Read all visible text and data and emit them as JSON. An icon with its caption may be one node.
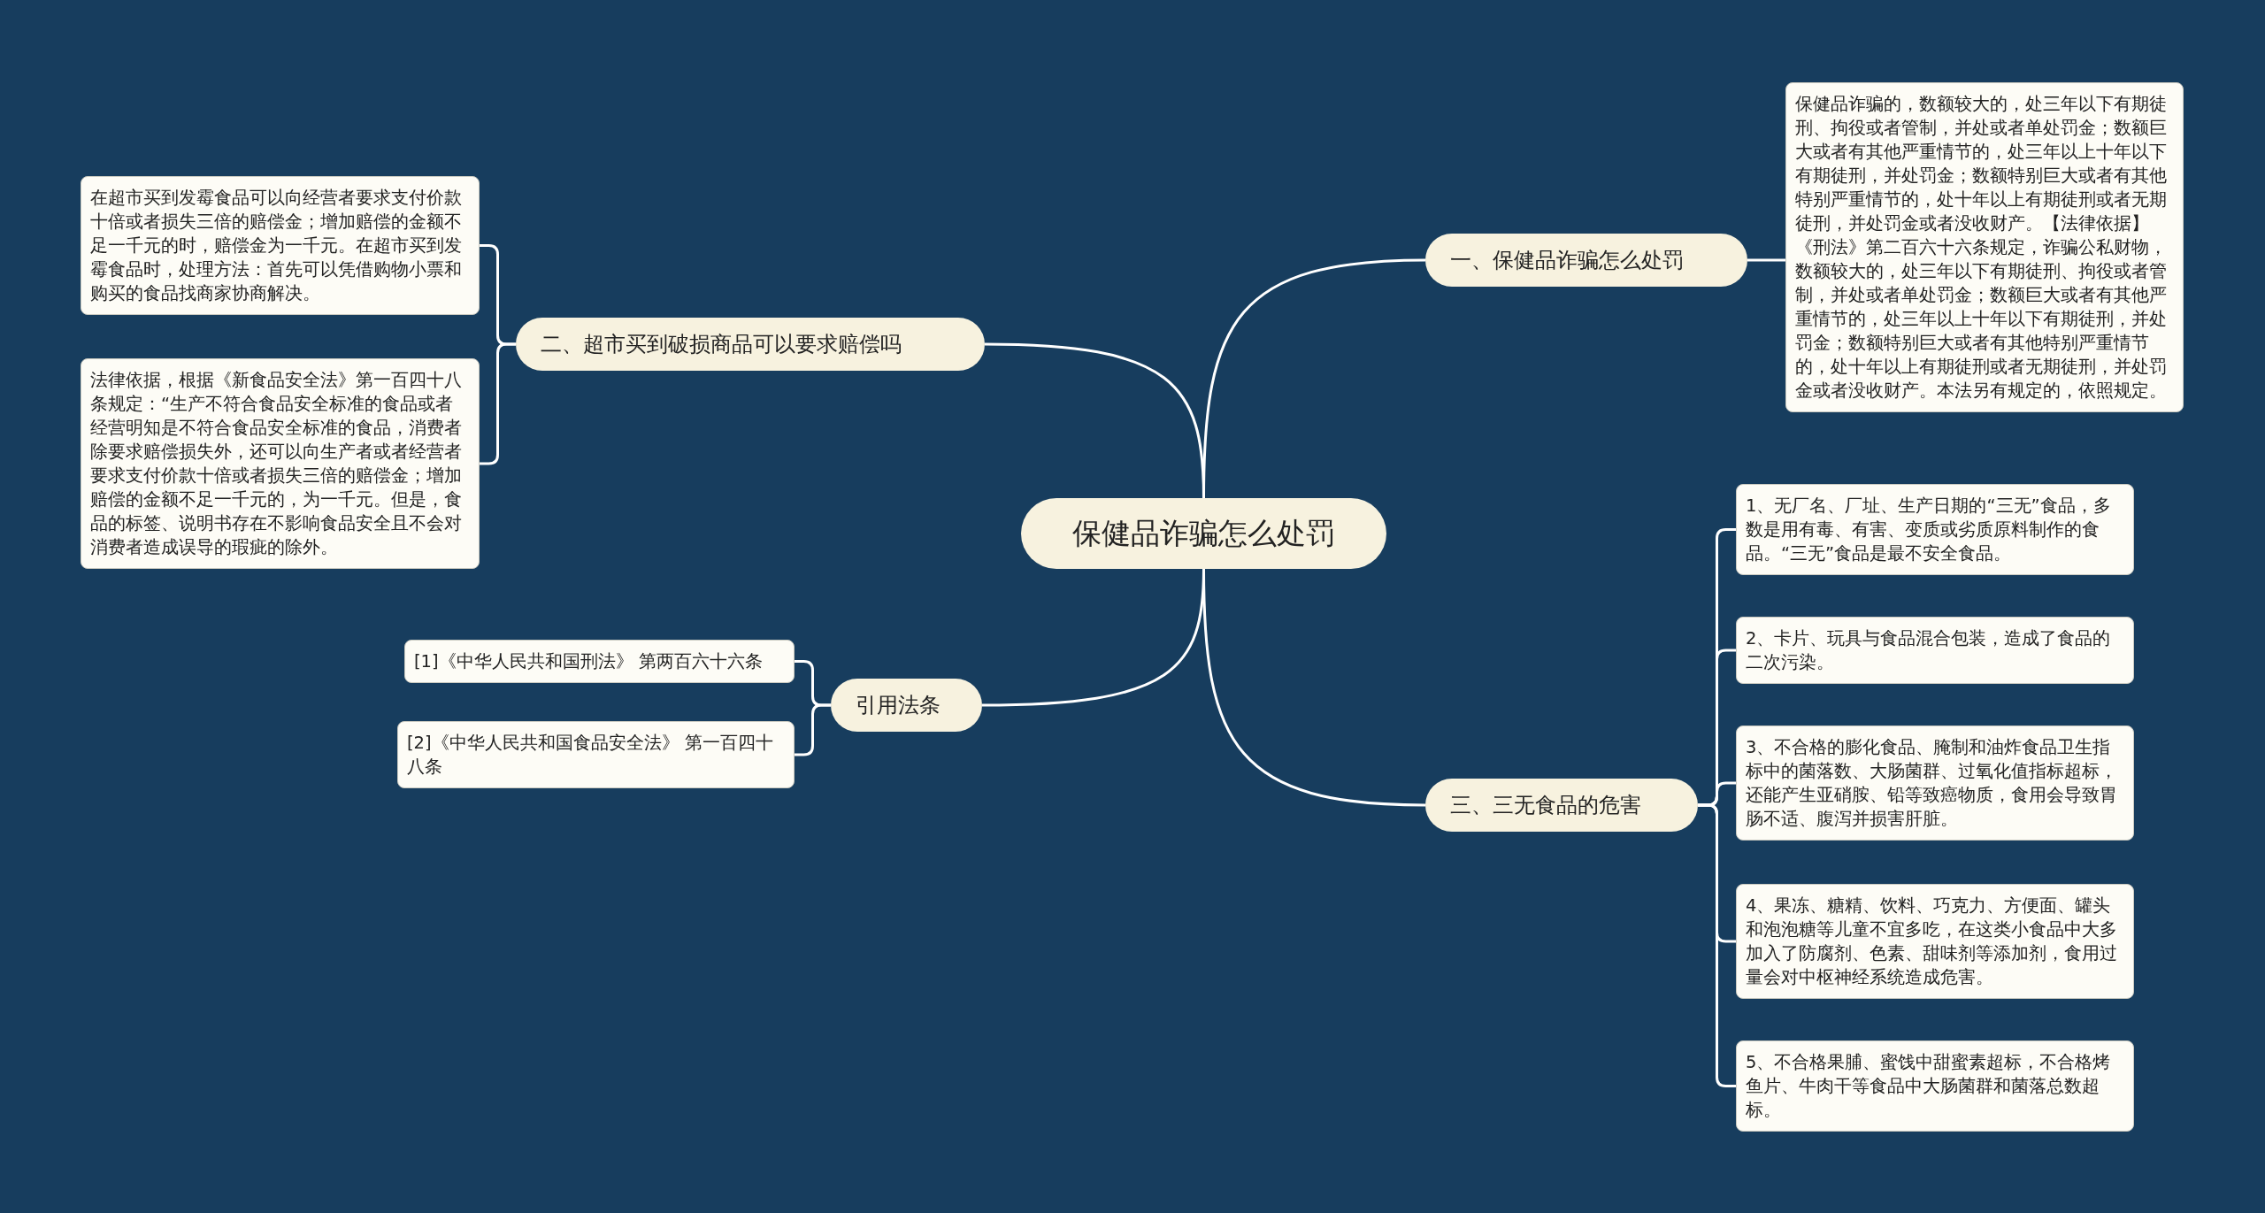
{
  "diagram": {
    "nodes": [
      {
        "text": [
          "保健品诈骗怎么处罚"
        ]
      },
      {
        "text": [
          "一、保健品诈骗怎么处罚"
        ]
      },
      {
        "text": [
          "保健品诈骗的，数额较大的，处三年以下有期徒刑、拘役或者管制，并处或者单处罚金；数额巨大或者有其他严重情节的，处三年以上十年以下有期徒刑，并处罚金；数额特别巨大或者有其他特别严重情节的，处十年以上有期徒刑或者无期徒刑，并处罚金或者没收财产。【法律依据】《刑法》第二百六十六条规定，诈骗公私财物，数额较大的，处三年以下有期徒刑、拘役或者管制，并处或者单处罚金；数额巨大或者有其他严重情节的，处三年以上十年以下有期徒刑，并处罚金；数额特别巨大或者有其他特别严重情节的，处十年以上有期徒刑或者无期徒刑，并处罚金或者没收财产。本法另有规定的，依照规定。"
        ]
      },
      {
        "text": [
          "三、三无食品的危害"
        ]
      },
      {
        "text": [
          "1、无厂名、厂址、生产日期的“三无”食品，多数是用有毒、有害、变质或劣质原料制作的食品。“三无”食品是最不安全食品。"
        ]
      },
      {
        "text": [
          "2、卡片、玩具与食品混合包装，造成了食品的二次污染。"
        ]
      },
      {
        "text": [
          "3、不合格的膨化食品、腌制和油炸食品卫生指标中的菌落数、大肠菌群、过氧化值指标超标，还能产生亚硝胺、铅等致癌物质，食用会导致胃肠不适、腹泻并损害肝脏。"
        ]
      },
      {
        "text": [
          "4、果冻、糖精、饮料、巧克力、方便面、罐头和泡泡糖等儿童不宜多吃，在这类小食品中大多加入了防腐剂、色素、甜味剂等添加剂，食用过量会对中枢神经系统造成危害。"
        ]
      },
      {
        "text": [
          "5、不合格果脯、蜜饯中甜蜜素超标，不合格烤鱼片、牛肉干等食品中大肠菌群和菌落总数超标。"
        ]
      },
      {
        "text": [
          "二、超市买到破损商品可以要求赔偿吗"
        ]
      },
      {
        "text": [
          "在超市买到发霉食品可以向经营者要求支付价款十倍或者损失三倍的赔偿金；增加赔偿的金额不足一千元的时，赔偿金为一千元。在超市买到发霉食品时，处理方法：首先可以凭借购物小票和购买的食品找商家协商解决。"
        ]
      },
      {
        "text": [
          "法律依据，根据《新食品安全法》第一百四十八条规定：“生产不符合食品安全标准的食品或者经营明知是不符合食品安全标准的食品，消费者除要求赔偿损失外，还可以向生产者或者经营者要求支付价款十倍或者损失三倍的赔偿金；增加赔偿的金额不足一千元的，为一千元。但是，食品的标签、说明书存在不影响食品安全且不会对消费者造成误导的瑕疵的除外。"
        ]
      },
      {
        "text": [
          "引用法条"
        ]
      },
      {
        "text": [
          "[1]《中华人民共和国刑法》 第两百六十六条"
        ]
      },
      {
        "text": [
          "[2]《中华人民共和国食品安全法》 第一百四十八条"
        ]
      }
    ],
    "edges": [
      {
        "from": 0,
        "to": 1,
        "arrow": "none"
      },
      {
        "from": 1,
        "to": 2,
        "arrow": "none"
      },
      {
        "from": 0,
        "to": 3,
        "arrow": "none"
      },
      {
        "from": 3,
        "to": 4,
        "arrow": "none"
      },
      {
        "from": 3,
        "to": 5,
        "arrow": "none"
      },
      {
        "from": 3,
        "to": 6,
        "arrow": "none"
      },
      {
        "from": 3,
        "to": 7,
        "arrow": "none"
      },
      {
        "from": 3,
        "to": 8,
        "arrow": "none"
      },
      {
        "from": 0,
        "to": 9,
        "arrow": "none"
      },
      {
        "from": 9,
        "to": 10,
        "arrow": "none"
      },
      {
        "from": 9,
        "to": 11,
        "arrow": "none"
      },
      {
        "from": 0,
        "to": 12,
        "arrow": "none"
      },
      {
        "from": 12,
        "to": 13,
        "arrow": "none"
      },
      {
        "from": 12,
        "to": 14,
        "arrow": "none"
      }
    ]
  }
}
